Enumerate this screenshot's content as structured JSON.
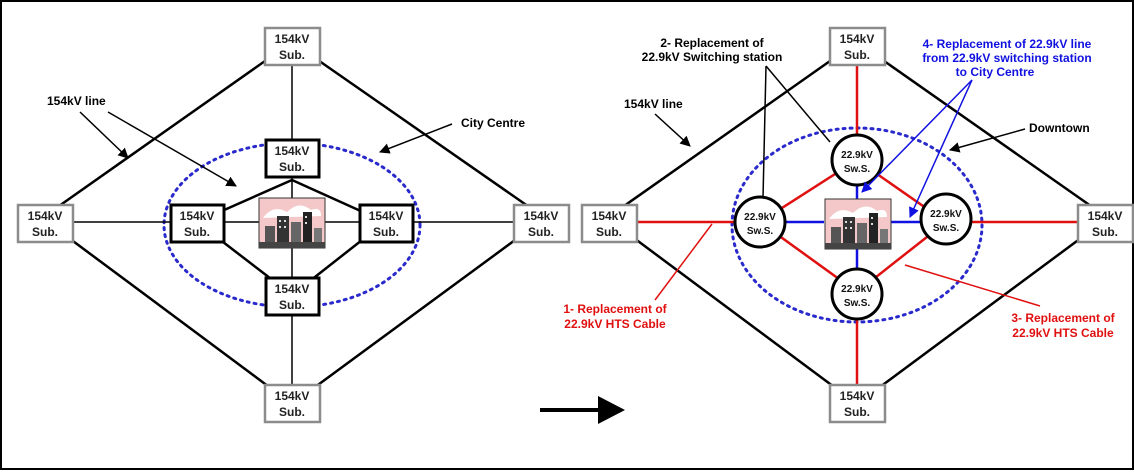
{
  "left": {
    "label_154kv_line": "154kV line",
    "label_city_centre": "City Centre",
    "outer_subs": [
      {
        "l1": "154kV",
        "l2": "Sub."
      },
      {
        "l1": "154kV",
        "l2": "Sub."
      },
      {
        "l1": "154kV",
        "l2": "Sub."
      },
      {
        "l1": "154kV",
        "l2": "Sub."
      }
    ],
    "inner_subs": [
      {
        "l1": "154kV",
        "l2": "Sub."
      },
      {
        "l1": "154kV",
        "l2": "Sub."
      },
      {
        "l1": "154kV",
        "l2": "Sub."
      },
      {
        "l1": "154kV",
        "l2": "Sub."
      }
    ]
  },
  "right": {
    "label_154kv_line": "154kV line",
    "label_downtown": "Downtown",
    "ann1": {
      "l1": "1- Replacement of",
      "l2": "22.9kV HTS Cable"
    },
    "ann2": {
      "l1": "2- Replacement of",
      "l2": "22.9kV Switching station"
    },
    "ann3": {
      "l1": "3- Replacement of",
      "l2": "22.9kV HTS Cable"
    },
    "ann4": {
      "l1": "4- Replacement of 22.9kV line",
      "l2": "from 22.9kV switching station",
      "l3": "to City Centre"
    },
    "outer_subs": [
      {
        "l1": "154kV",
        "l2": "Sub."
      },
      {
        "l1": "154kV",
        "l2": "Sub."
      },
      {
        "l1": "154kV",
        "l2": "Sub."
      },
      {
        "l1": "154kV",
        "l2": "Sub."
      }
    ],
    "switching_stations": [
      {
        "l1": "22.9kV",
        "l2": "Sw.S."
      },
      {
        "l1": "22.9kV",
        "l2": "Sw.S."
      },
      {
        "l1": "22.9kV",
        "l2": "Sw.S."
      },
      {
        "l1": "22.9kV",
        "l2": "Sw.S."
      }
    ]
  },
  "colors": {
    "line": "#000000",
    "sub_border_outer": "#8c8c8c",
    "sub_border_inner": "#000000",
    "dotted": "#2a2acc",
    "red": "#e01010",
    "blue": "#1010e0"
  },
  "icons": {
    "city": "city-skyline-icon",
    "arrow": "right-arrow-icon"
  }
}
